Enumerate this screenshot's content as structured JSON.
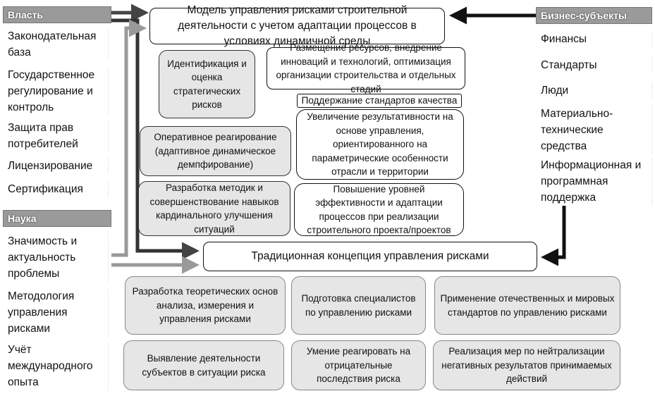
{
  "left": {
    "power": {
      "title": "Власть",
      "items": [
        "Законодательная база",
        "Государственное регулирование и контроль",
        "Защита прав потребителей",
        "Лицензирование",
        "Сертификация"
      ]
    },
    "science": {
      "title": "Наука",
      "items": [
        "Значимость и актуальность проблемы",
        "Методология управления рисками",
        "Учёт международного опыта"
      ]
    }
  },
  "right": {
    "title": "Бизнес-субъекты",
    "items": [
      "Финансы",
      "Стандарты",
      "Люди",
      "Материально-технические средства",
      "Информационная и программная поддержка"
    ]
  },
  "model": {
    "title": "Модель управления рисками строительной деятельности с учетом адаптации процессов в условиях динамичной среды",
    "blocks": [
      "Идентификация и оценка стратегических рисков",
      "Оперативное реагирование (адаптивное динамическое демпфирование)",
      "Разработка методик и совершенствование навыков кардинального улучшения ситуаций",
      "Размещение ресурсов, внедрение инноваций и технологий, оптимизация организации строительства и отдельных стадий",
      "Поддержание стандартов качества",
      "Увеличение результативности на основе управления, ориентированного на параметрические особенности отрасли и территории",
      "Повышение уровней эффективности и адаптации процессов при реализации строительного проекта/проектов"
    ]
  },
  "traditional": {
    "title": "Традиционная концепция управления рисками",
    "blocks": [
      "Разработка теоретических основ анализа, измерения и управления рисками",
      "Подготовка специалистов по управлению рисками",
      "Применение отечественных и мировых стандартов по управлению рисками",
      "Выявление деятельности субъектов в ситуации риска",
      "Умение реагировать на отрицательные последствия риска",
      "Реализация мер по нейтрализации негативных результатов принимаемых действий"
    ]
  }
}
